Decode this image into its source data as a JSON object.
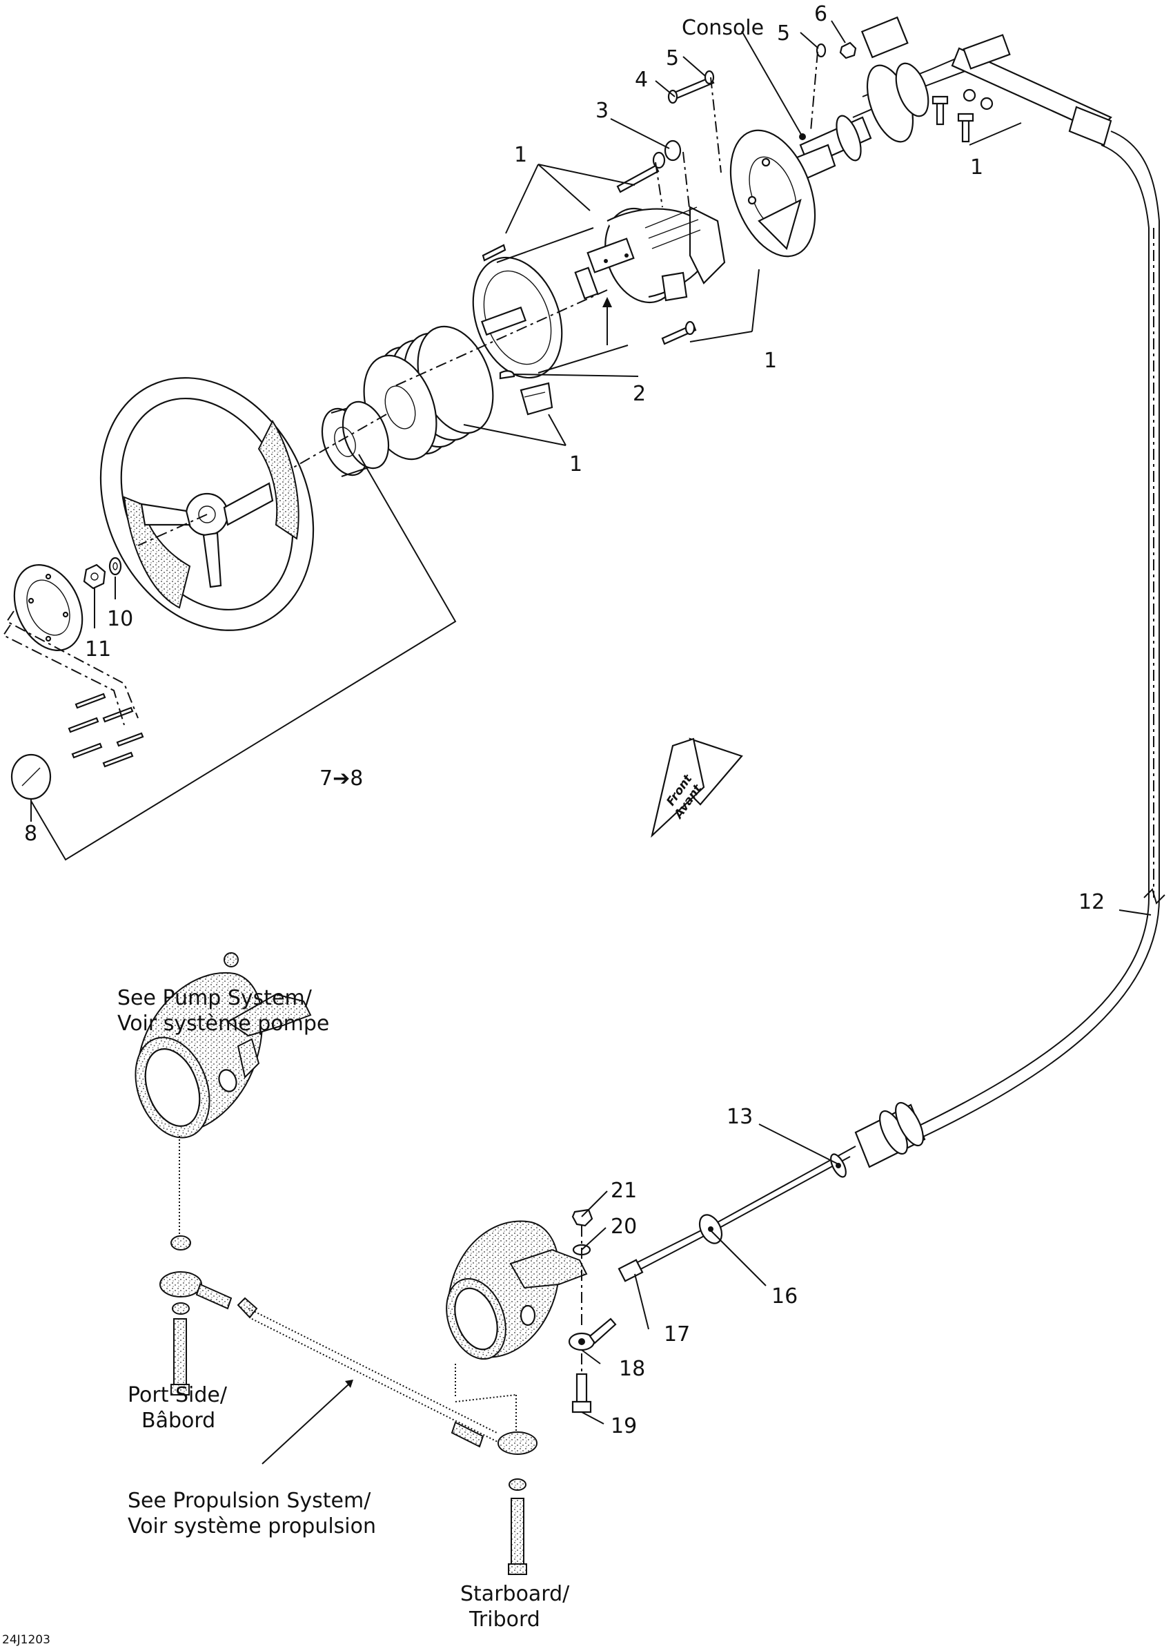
{
  "diagram_id": "24J1203",
  "front_arrow": {
    "line1": "Front",
    "line2": "Avant"
  },
  "callouts": {
    "console": "Console",
    "n1": "1",
    "n2": "2",
    "n3": "3",
    "n4": "4",
    "n5": "5",
    "n6": "6",
    "n7_8": "7➔8",
    "n8": "8",
    "n10": "10",
    "n11": "11",
    "n12": "12",
    "n13": "13",
    "n16": "16",
    "n17": "17",
    "n18": "18",
    "n19": "19",
    "n20": "20",
    "n21": "21"
  },
  "references": {
    "pump": {
      "line1": "See Pump System/",
      "line2": "Voir système pompe"
    },
    "port": {
      "line1": "Port Side/",
      "line2": "Bâbord"
    },
    "propulsion": {
      "line1": "See Propulsion System/",
      "line2": "Voir système propulsion"
    },
    "starboard": {
      "line1": "Starboard/",
      "line2": "Tribord"
    }
  }
}
